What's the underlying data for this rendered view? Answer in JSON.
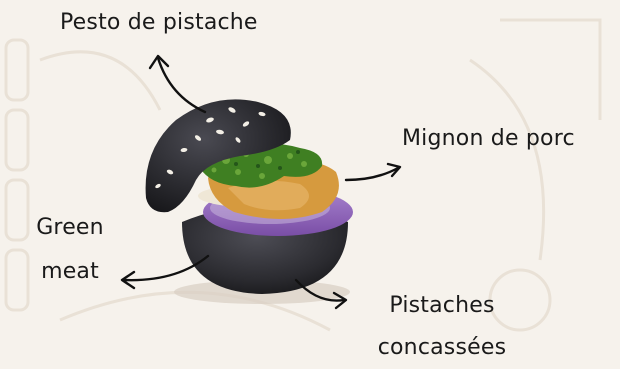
{
  "labels": {
    "top": "Pesto de pistache",
    "right": "Mignon de porc",
    "left_line1": "Green",
    "left_line2": "meat",
    "bottom_line1": "Pistaches",
    "bottom_line2": "concassées"
  },
  "icons": {
    "burger": "black-bun-slider-icon",
    "arrows": "curved-arrow-icon"
  },
  "colors": {
    "background": "#f6f2ec",
    "bun": "#2b2b30",
    "pesto": "#3f7f22",
    "pork": "#d69a3e",
    "onion": "#8c62b4",
    "text": "#1a1a1a"
  }
}
